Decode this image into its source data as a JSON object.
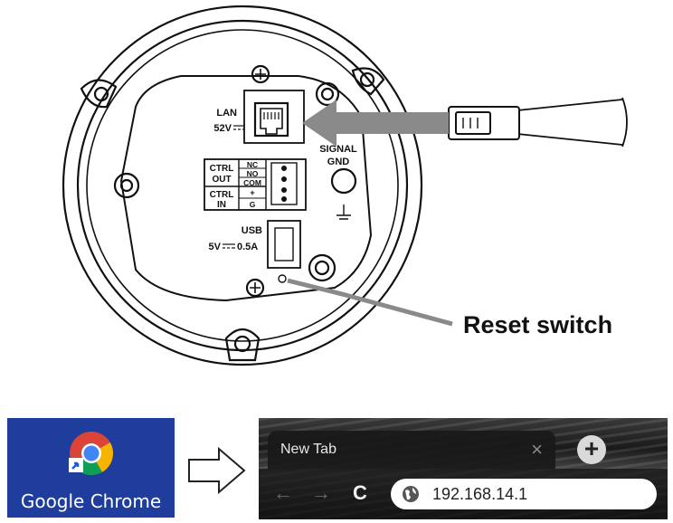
{
  "device": {
    "port_labels": {
      "lan": "LAN",
      "lan_power": "52V",
      "signal": "SIGNAL",
      "gnd": "GND",
      "ctrl_out": [
        "CTRL",
        "OUT"
      ],
      "ctrl_in": [
        "CTRL",
        "IN"
      ],
      "out_pins": [
        "NC",
        "NO",
        "COM"
      ],
      "in_pins": [
        "+",
        "G"
      ],
      "usb": "USB",
      "usb_power": "5V",
      "usb_current": "0.5A"
    },
    "reset_label": "Reset switch"
  },
  "desktop_icon": {
    "caption": "Google Chrome",
    "icon": "chrome-logo"
  },
  "browser": {
    "tab_title": "New Tab",
    "tab_close": "×",
    "new_tab": "+",
    "back": "←",
    "forward": "→",
    "reload": "C",
    "address": "192.168.14.1"
  },
  "colors": {
    "desktop_bg": "#1e3d9c",
    "arrow": "#8a8a8a"
  }
}
